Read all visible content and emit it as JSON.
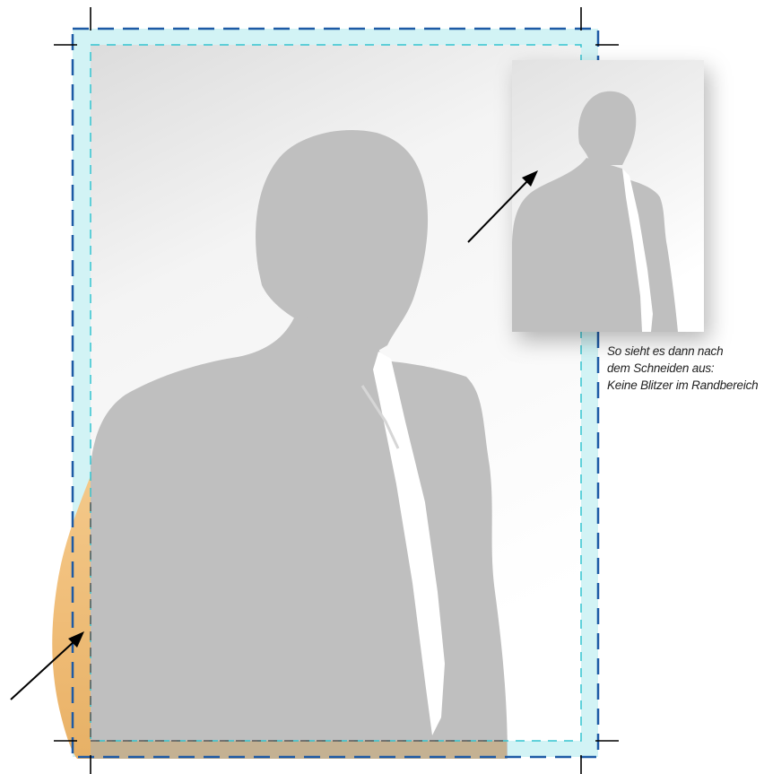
{
  "caption": {
    "line1": "So sieht es dann nach",
    "line2": "dem Schneiden aus:",
    "line3": "Keine Blitzer im Randbereich"
  },
  "colors": {
    "bleed_area": "#c9f1f3",
    "trim_line": "#1f5fa8",
    "safe_line": "#35c7d2",
    "silhouette": "#bfbfbf",
    "background_flash": "#f0b764",
    "crop_marks": "#000000",
    "page_gradient_top": "#e4e4e4",
    "page_gradient_bottom": "#ffffff"
  },
  "icons": [
    "arrow-to-bleed-flash",
    "arrow-to-trimmed-preview"
  ]
}
